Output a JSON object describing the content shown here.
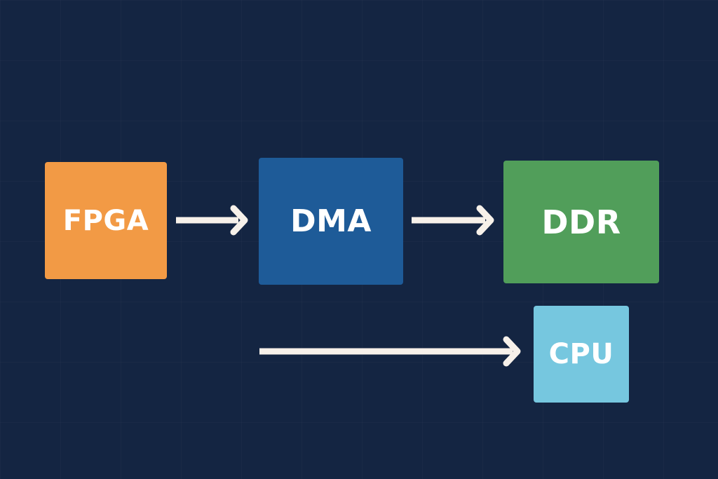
{
  "diagram": {
    "nodes": [
      {
        "id": "fpga",
        "label": "FPGA",
        "color": "#F29A45"
      },
      {
        "id": "dma",
        "label": "DMA",
        "color": "#1E5B98"
      },
      {
        "id": "ddr",
        "label": "DDR",
        "color": "#519E5A"
      },
      {
        "id": "cpu",
        "label": "CPU",
        "color": "#76C7DF"
      }
    ],
    "edges": [
      {
        "from": "fpga",
        "to": "dma"
      },
      {
        "from": "dma",
        "to": "ddr"
      },
      {
        "to": "cpu"
      }
    ],
    "arrow_color": "#F7F1EA",
    "background_color": "#142542"
  }
}
